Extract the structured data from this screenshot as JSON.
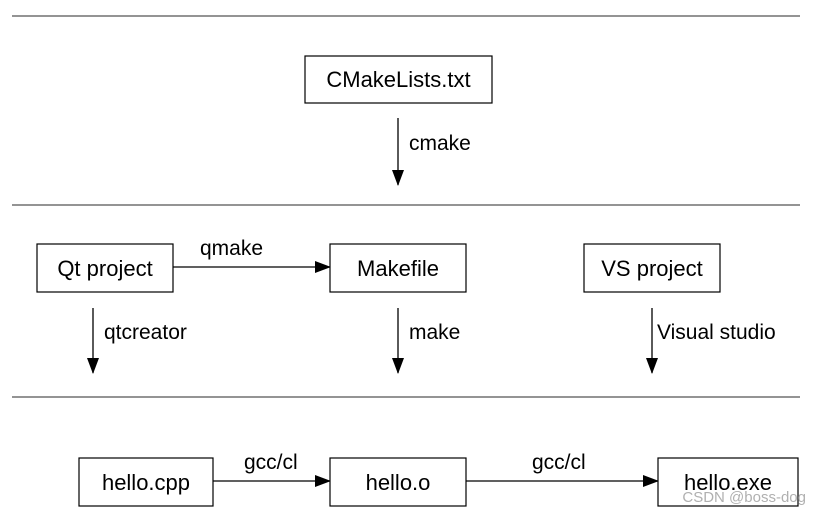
{
  "nodes": {
    "cmakelists": "CMakeLists.txt",
    "qt_project": "Qt project",
    "makefile": "Makefile",
    "vs_project": "VS project",
    "hello_cpp": "hello.cpp",
    "hello_o": "hello.o",
    "hello_exe": "hello.exe"
  },
  "edges": {
    "cmake": "cmake",
    "qmake": "qmake",
    "qtcreator": "qtcreator",
    "make": "make",
    "visual_studio": "Visual studio",
    "gcc_cl_1": "gcc/cl",
    "gcc_cl_2": "gcc/cl"
  },
  "watermark": "CSDN @boss-dog"
}
